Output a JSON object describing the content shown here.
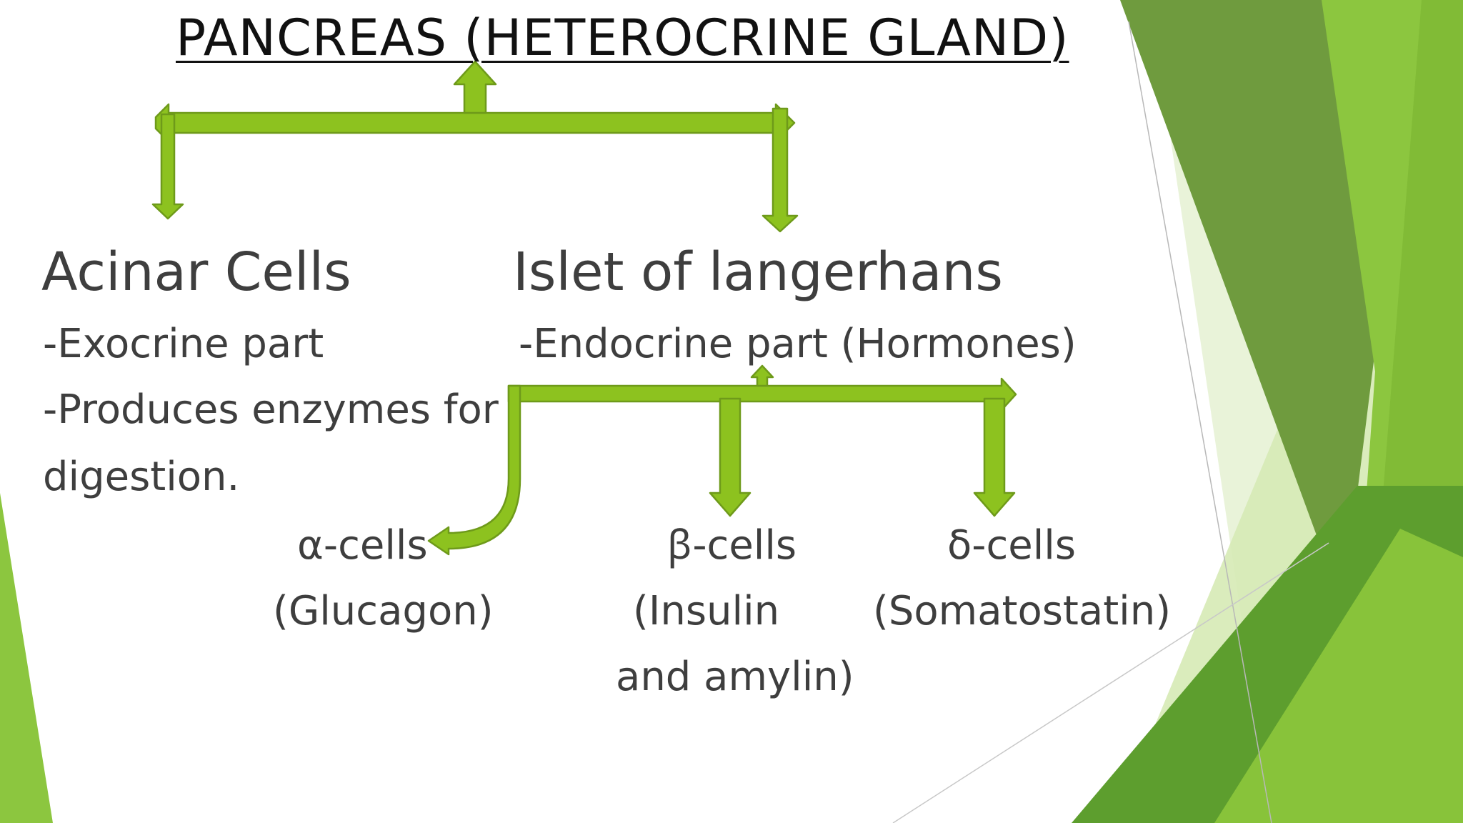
{
  "title": "PANCREAS (HETEROCRINE GLAND)",
  "left_branch": {
    "heading": "Acinar Cells",
    "lines": [
      "-Exocrine part",
      "-Produces enzymes for",
      "digestion."
    ]
  },
  "right_branch": {
    "heading": "Islet of langerhans",
    "line": "-Endocrine part (Hormones)"
  },
  "cells": [
    {
      "name": "α-cells",
      "hormone_lines": [
        "(Glucagon)"
      ]
    },
    {
      "name": "ꞵ-cells",
      "hormone_lines": [
        "(Insulin",
        "and amylin)"
      ]
    },
    {
      "name": "δ-cells",
      "hormone_lines": [
        "(Somatostatin)"
      ]
    }
  ],
  "colors": {
    "arrow_fill": "#8dc21f",
    "arrow_stroke": "#6e9a1a",
    "deco_dark": "#6d9a3c",
    "deco_bright": "#8cc63f",
    "deco_light": "#cfe6a8",
    "text": "#3e3e3e",
    "title": "#111111"
  }
}
